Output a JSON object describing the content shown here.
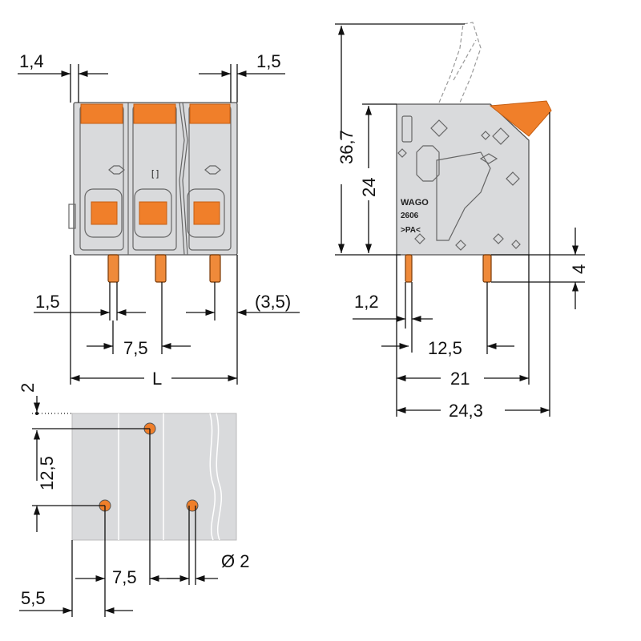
{
  "dimensions": {
    "front_left_gap": "1,4",
    "front_right_gap": "1,5",
    "front_pin_width": "1,5",
    "front_offset": "(3,5)",
    "front_pitch": "7,5",
    "front_length": "L",
    "side_total_height": "36,7",
    "side_body_height": "24",
    "side_pin_length": "4",
    "side_pin_width": "1,2",
    "side_pin_spacing": "12,5",
    "side_width": "21",
    "side_total_width": "24,3",
    "pcb_top_offset": "2",
    "pcb_row_spacing": "12,5",
    "pcb_pitch": "7,5",
    "pcb_hole_diameter": "Ø 2",
    "pcb_edge_offset": "5,5"
  },
  "markings": {
    "brand": "WAGO",
    "part_number": "2606",
    "material": ">PA<"
  },
  "colors": {
    "housing": "#d9dadc",
    "actuator": "#f07f2a",
    "outline": "#555555",
    "dimension_line": "#111111"
  }
}
